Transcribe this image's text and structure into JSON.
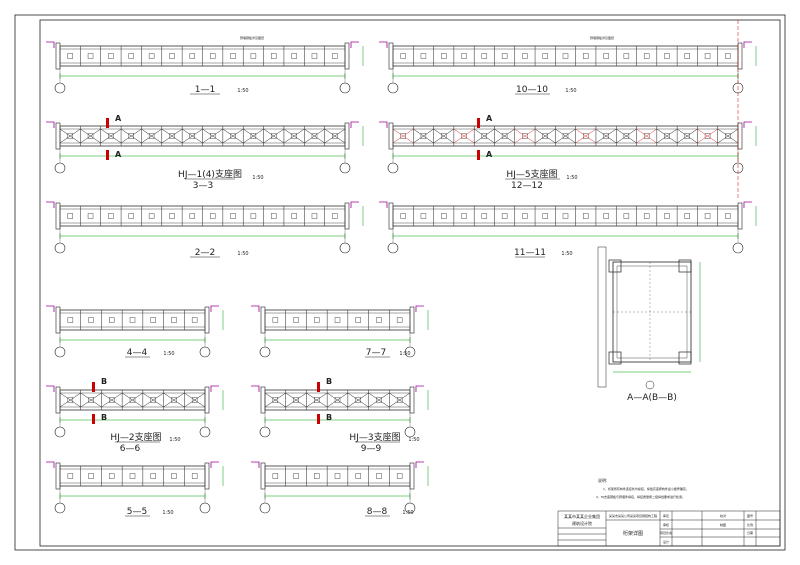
{
  "colors": {
    "line": "#222222",
    "dim": "#00a000",
    "grid": "#a000a0",
    "sectionMark": "#cc0000",
    "redline": "#dd3030",
    "fill": "#ffffff"
  },
  "trusses": [
    {
      "id": "t1",
      "label": "1—1",
      "scale": "1:50",
      "section": "",
      "callout": "预埋钢板详见图纸"
    },
    {
      "id": "t2",
      "label": "HJ—1(4)支座图",
      "scale": "1:50",
      "section": "A",
      "sub": "3—3"
    },
    {
      "id": "t3",
      "label": "2—2",
      "scale": "1:50"
    },
    {
      "id": "t4",
      "label": "10—10",
      "scale": "1:50",
      "callout": "预埋钢板详见图纸"
    },
    {
      "id": "t5",
      "label": "HJ—5支座图",
      "scale": "1:50",
      "section": "A",
      "sub": "12—12"
    },
    {
      "id": "t6",
      "label": "11—11",
      "scale": "1:50"
    },
    {
      "id": "t7",
      "label": "4—4",
      "scale": "1:50"
    },
    {
      "id": "t8",
      "label": "HJ—2支座图",
      "scale": "1:50",
      "section": "B",
      "sub": "6—6"
    },
    {
      "id": "t9",
      "label": "5—5",
      "scale": "1:50"
    },
    {
      "id": "t10",
      "label": "7—7",
      "scale": "1:50"
    },
    {
      "id": "t11",
      "label": "HJ—3支座图",
      "scale": "1:50",
      "section": "B",
      "sub": "9—9"
    },
    {
      "id": "t12",
      "label": "8—8",
      "scale": "1:50"
    }
  ],
  "detail": {
    "label": "A—A(B—B)"
  },
  "notes": {
    "title": "说明:",
    "lines": [
      "1、桁架所有构件连接处均焊接，焊缝高度按构件最小壁厚确定。",
      "2、HJ支座钢板与预埋件焊接，焊接质量按二级焊缝要求进行检测。"
    ]
  },
  "titleblock": {
    "company": "某某市某某企业集团",
    "dept": "建筑设计院",
    "project": "某某市某某公司某某项目钢结构工程",
    "drawing": "桁架详图",
    "cells": [
      "审定",
      "审核",
      "项目负责",
      "设计",
      "校对",
      "制图",
      "图号",
      "比例",
      "日期"
    ]
  }
}
